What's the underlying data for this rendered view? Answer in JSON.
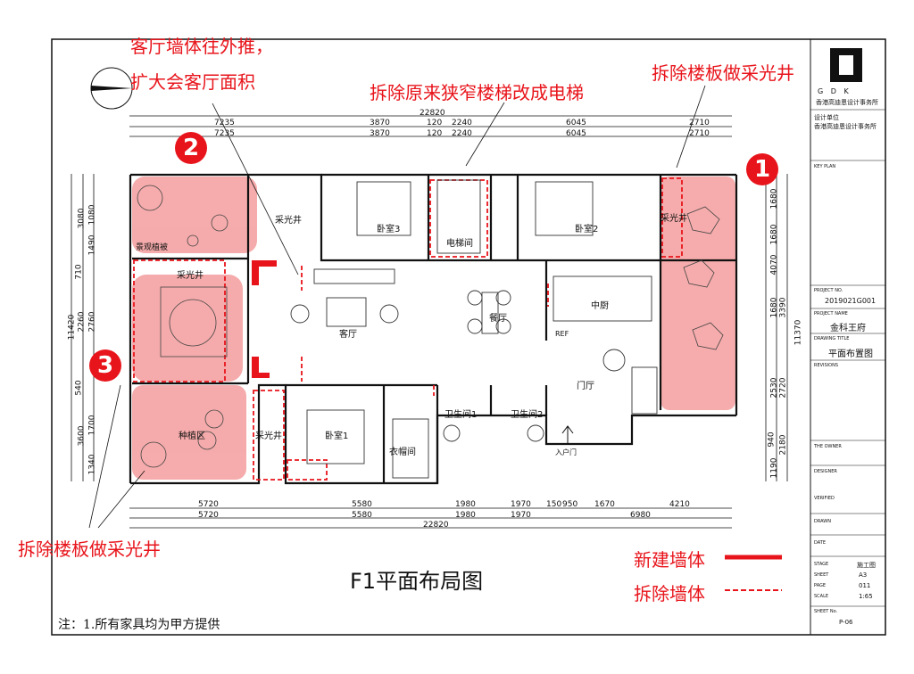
{
  "drawing": {
    "title": "F1平面布局图",
    "note": "注：1.所有家具均为甲方提供"
  },
  "annotations": {
    "a1": "客厅墙体往外推，",
    "a2": "扩大会客厅面积",
    "a3": "拆除原来狭窄楼梯改成电梯",
    "a4": "拆除楼板做采光井",
    "a5": "拆除楼板做采光井"
  },
  "badges": {
    "b1": "1",
    "b2": "2",
    "b3": "3"
  },
  "legend": {
    "new_wall": "新建墙体",
    "demolish_wall": "拆除墙体"
  },
  "dimensions": {
    "top_total": "22820",
    "top_row": [
      "7235",
      "3870",
      "120",
      "2240",
      "6045",
      "2710"
    ],
    "bottom_total": "22820",
    "bottom_row": [
      "5720",
      "5580",
      "1980",
      "1970",
      "150",
      "950",
      "1670",
      "4210"
    ],
    "bottom_row2": [
      "5720",
      "5580",
      "1980",
      "1970",
      "6980"
    ],
    "left_outer": "11420",
    "left_col": [
      "3080",
      "710",
      "2260",
      "540",
      "3600"
    ],
    "left_col2": [
      "1080",
      "1490",
      "2760",
      "1700",
      "1340"
    ],
    "right_outer": "11370",
    "right_col": [
      "1680",
      "4070",
      "3390",
      "2720",
      "2180"
    ],
    "right_col2": [
      "1680",
      "1680",
      "2530",
      "940",
      "1190"
    ]
  },
  "rooms": {
    "landscape": "景观植被",
    "skylight_a": "采光井",
    "skylight_b": "采光井",
    "skylight_c": "采光井",
    "skylight_d": "采光井",
    "bedroom3": "卧室3",
    "elevator": "电梯间",
    "bedroom2": "卧室2",
    "living": "客厅",
    "dining": "餐厅",
    "kitchen": "中厨",
    "fridge": "REF",
    "foyer": "门厅",
    "planting": "种植区",
    "bedroom1": "卧室1",
    "closet": "衣帽间",
    "bath1": "卫生间1",
    "bath2": "卫生间2",
    "entrance": "入户门"
  },
  "title_block": {
    "logo_text": "G D K",
    "company": "香港高迪恩设计事务所",
    "design_unit_label": "设计单位",
    "design_unit": "香港高迪恩设计事务所",
    "key_plan": "KEY PLAN",
    "project_no_label": "PROJECT NO.",
    "project_no": "2019021G001",
    "project_name_label": "PROJECT NAME",
    "project_name": "金科王府",
    "drawing_title_label": "DRAWING TITLE",
    "drawing_title": "平面布置图",
    "revisions": "REVISIONS",
    "owner": "THE OWNER",
    "designer": "DESIGNER",
    "verified": "VERIFIED",
    "drawn": "DRAWN",
    "date": "DATE",
    "stage_label": "STAGE",
    "stage": "施工图",
    "sheet_label": "SHEET",
    "sheet": "A3",
    "page_label": "PAGE",
    "page": "011",
    "scale_label": "SCALE",
    "scale": "1:65",
    "sheet_no_label": "SHEET No.",
    "sheet_no": "P-06"
  },
  "colors": {
    "accent": "#e8141b",
    "highlight": "#f5a3a3",
    "line": "#111111"
  }
}
